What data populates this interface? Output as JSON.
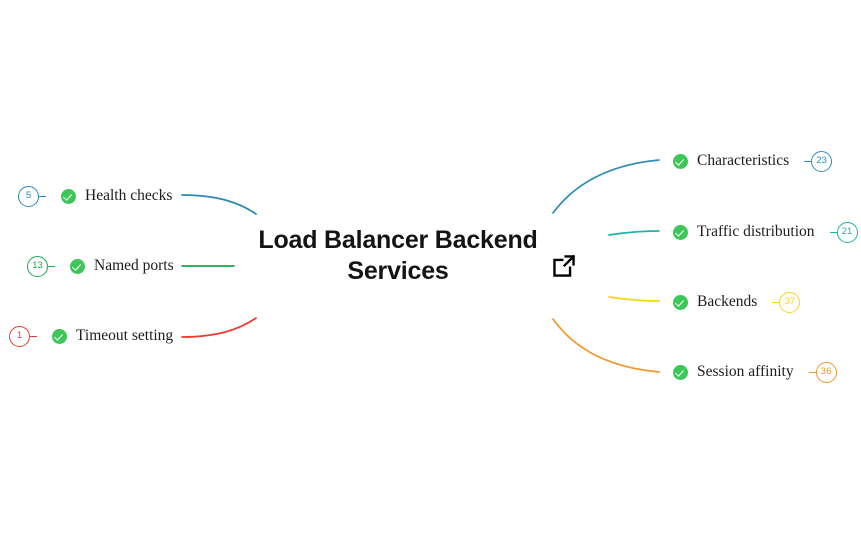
{
  "diagram": {
    "type": "mind-map",
    "center": {
      "title": "Load Balancer Backend Services",
      "link_icon": "external-link-icon"
    },
    "branches": {
      "left": [
        {
          "label": "Health checks",
          "badge": "5",
          "color": "#2a89b5",
          "status_icon": "check-circle-icon"
        },
        {
          "label": "Named ports",
          "badge": "13",
          "color": "#17a94e",
          "status_icon": "check-circle-icon"
        },
        {
          "label": "Timeout setting",
          "badge": "1",
          "color": "#e8392c",
          "status_icon": "check-circle-icon"
        }
      ],
      "right": [
        {
          "label": "Characteristics",
          "badge": "23",
          "color": "#2e8fb0",
          "status_icon": "check-circle-icon"
        },
        {
          "label": "Traffic distribution",
          "badge": "21",
          "color": "#1bb5a5",
          "status_icon": "check-circle-icon"
        },
        {
          "label": "Backends",
          "badge": "37",
          "color": "#f5d518",
          "status_icon": "check-circle-icon"
        },
        {
          "label": "Session affinity",
          "badge": "36",
          "color": "#f0982f",
          "status_icon": "check-circle-icon"
        }
      ]
    },
    "colors": {
      "background": "#ffffff",
      "title": "#141414",
      "label": "#1d1d1d",
      "check": "#3ec65a"
    }
  }
}
